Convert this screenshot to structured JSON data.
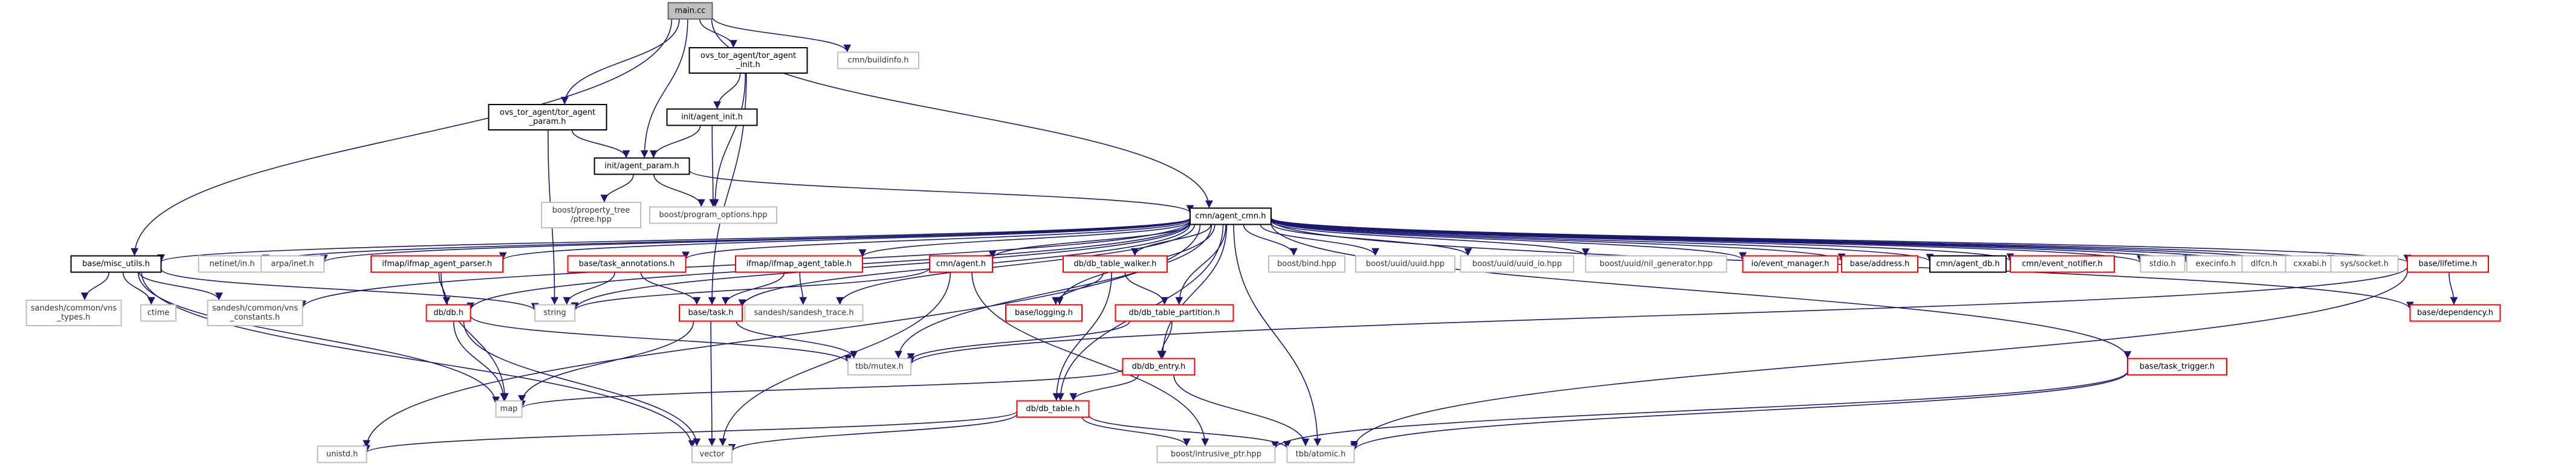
{
  "diagram": {
    "title": "",
    "nodes": [
      {
        "id": "main_cc",
        "label": [
          "main.cc"
        ],
        "style": "root"
      },
      {
        "id": "ovs_tor_agent_init",
        "label": [
          "ovs_tor_agent/tor_agent",
          "_init.h"
        ],
        "style": "black"
      },
      {
        "id": "cmn_buildinfo",
        "label": [
          "cmn/buildinfo.h"
        ],
        "style": "gray"
      },
      {
        "id": "init_agent_init",
        "label": [
          "init/agent_init.h"
        ],
        "style": "black"
      },
      {
        "id": "ovs_tor_agent_param",
        "label": [
          "ovs_tor_agent/tor_agent",
          "_param.h"
        ],
        "style": "black"
      },
      {
        "id": "init_agent_param",
        "label": [
          "init/agent_param.h"
        ],
        "style": "black"
      },
      {
        "id": "boost_property_tree",
        "label": [
          "boost/property_tree",
          "/ptree.hpp"
        ],
        "style": "gray"
      },
      {
        "id": "boost_program_options",
        "label": [
          "boost/program_options.hpp"
        ],
        "style": "gray"
      },
      {
        "id": "cmn_agent_cmn",
        "label": [
          "cmn/agent_cmn.h"
        ],
        "style": "black"
      },
      {
        "id": "base_misc_utils",
        "label": [
          "base/misc_utils.h"
        ],
        "style": "black"
      },
      {
        "id": "netinet_in",
        "label": [
          "netinet/in.h"
        ],
        "style": "gray"
      },
      {
        "id": "arpa_inet",
        "label": [
          "arpa/inet.h"
        ],
        "style": "gray"
      },
      {
        "id": "ifmap_agent_parser",
        "label": [
          "ifmap/ifmap_agent_parser.h"
        ],
        "style": "red"
      },
      {
        "id": "base_task_annotations",
        "label": [
          "base/task_annotations.h"
        ],
        "style": "red"
      },
      {
        "id": "ifmap_agent_table",
        "label": [
          "ifmap/ifmap_agent_table.h"
        ],
        "style": "red"
      },
      {
        "id": "cmn_agent",
        "label": [
          "cmn/agent.h"
        ],
        "style": "red"
      },
      {
        "id": "db_table_walker",
        "label": [
          "db/db_table_walker.h"
        ],
        "style": "red"
      },
      {
        "id": "boost_bind",
        "label": [
          "boost/bind.hpp"
        ],
        "style": "gray"
      },
      {
        "id": "boost_uuid",
        "label": [
          "boost/uuid/uuid.hpp"
        ],
        "style": "gray"
      },
      {
        "id": "boost_uuid_io",
        "label": [
          "boost/uuid/uuid_io.hpp"
        ],
        "style": "gray"
      },
      {
        "id": "boost_nil_gen",
        "label": [
          "boost/uuid/nil_generator.hpp"
        ],
        "style": "gray"
      },
      {
        "id": "io_event_manager",
        "label": [
          "io/event_manager.h"
        ],
        "style": "red"
      },
      {
        "id": "base_address",
        "label": [
          "base/address.h"
        ],
        "style": "red"
      },
      {
        "id": "cmn_agent_db",
        "label": [
          "cmn/agent_db.h"
        ],
        "style": "black"
      },
      {
        "id": "cmn_event_notifier",
        "label": [
          "cmn/event_notifier.h"
        ],
        "style": "red"
      },
      {
        "id": "stdio",
        "label": [
          "stdio.h"
        ],
        "style": "gray"
      },
      {
        "id": "execinfo",
        "label": [
          "execinfo.h"
        ],
        "style": "gray"
      },
      {
        "id": "dlfcn",
        "label": [
          "dlfcn.h"
        ],
        "style": "gray"
      },
      {
        "id": "cxxabi",
        "label": [
          "cxxabi.h"
        ],
        "style": "gray"
      },
      {
        "id": "sys_socket",
        "label": [
          "sys/socket.h"
        ],
        "style": "gray"
      },
      {
        "id": "base_lifetime",
        "label": [
          "base/lifetime.h"
        ],
        "style": "red"
      },
      {
        "id": "sandesh_vns_types",
        "label": [
          "sandesh/common/vns",
          "_types.h"
        ],
        "style": "gray"
      },
      {
        "id": "ctime",
        "label": [
          "ctime"
        ],
        "style": "gray"
      },
      {
        "id": "sandesh_vns_constants",
        "label": [
          "sandesh/common/vns",
          "_constants.h"
        ],
        "style": "gray"
      },
      {
        "id": "db_db",
        "label": [
          "db/db.h"
        ],
        "style": "red"
      },
      {
        "id": "string",
        "label": [
          "string"
        ],
        "style": "gray"
      },
      {
        "id": "base_task",
        "label": [
          "base/task.h"
        ],
        "style": "red"
      },
      {
        "id": "sandesh_trace",
        "label": [
          "sandesh/sandesh_trace.h"
        ],
        "style": "gray"
      },
      {
        "id": "base_logging",
        "label": [
          "base/logging.h"
        ],
        "style": "red"
      },
      {
        "id": "db_table_partition",
        "label": [
          "db/db_table_partition.h"
        ],
        "style": "red"
      },
      {
        "id": "base_dependency",
        "label": [
          "base/dependency.h"
        ],
        "style": "red"
      },
      {
        "id": "base_task_trigger",
        "label": [
          "base/task_trigger.h"
        ],
        "style": "red"
      },
      {
        "id": "tbb_mutex",
        "label": [
          "tbb/mutex.h"
        ],
        "style": "gray"
      },
      {
        "id": "db_entry",
        "label": [
          "db/db_entry.h"
        ],
        "style": "red"
      },
      {
        "id": "map",
        "label": [
          "map"
        ],
        "style": "gray"
      },
      {
        "id": "db_table",
        "label": [
          "db/db_table.h"
        ],
        "style": "red"
      },
      {
        "id": "unistd",
        "label": [
          "unistd.h"
        ],
        "style": "gray"
      },
      {
        "id": "vector",
        "label": [
          "vector"
        ],
        "style": "gray"
      },
      {
        "id": "boost_intrusive_ptr",
        "label": [
          "boost/intrusive_ptr.hpp"
        ],
        "style": "gray"
      },
      {
        "id": "tbb_atomic",
        "label": [
          "tbb/atomic.h"
        ],
        "style": "gray"
      }
    ],
    "edges": [
      [
        "main_cc",
        "ovs_tor_agent_init"
      ],
      [
        "main_cc",
        "cmn_buildinfo"
      ],
      [
        "main_cc",
        "ovs_tor_agent_param"
      ],
      [
        "main_cc",
        "init_agent_param"
      ],
      [
        "main_cc",
        "cmn_agent_cmn"
      ],
      [
        "main_cc",
        "base_misc_utils"
      ],
      [
        "ovs_tor_agent_init",
        "init_agent_init"
      ],
      [
        "ovs_tor_agent_init",
        "boost_program_options"
      ],
      [
        "ovs_tor_agent_init",
        "base_task"
      ],
      [
        "init_agent_init",
        "init_agent_param"
      ],
      [
        "init_agent_init",
        "boost_program_options"
      ],
      [
        "ovs_tor_agent_param",
        "init_agent_param"
      ],
      [
        "ovs_tor_agent_param",
        "string"
      ],
      [
        "init_agent_param",
        "boost_property_tree"
      ],
      [
        "init_agent_param",
        "boost_program_options"
      ],
      [
        "init_agent_param",
        "cmn_agent_cmn"
      ],
      [
        "cmn_agent_cmn",
        "base_misc_utils"
      ],
      [
        "cmn_agent_cmn",
        "netinet_in"
      ],
      [
        "cmn_agent_cmn",
        "arpa_inet"
      ],
      [
        "cmn_agent_cmn",
        "ifmap_agent_parser"
      ],
      [
        "cmn_agent_cmn",
        "base_task_annotations"
      ],
      [
        "cmn_agent_cmn",
        "ifmap_agent_table"
      ],
      [
        "cmn_agent_cmn",
        "cmn_agent"
      ],
      [
        "cmn_agent_cmn",
        "db_table_walker"
      ],
      [
        "cmn_agent_cmn",
        "boost_bind"
      ],
      [
        "cmn_agent_cmn",
        "boost_uuid"
      ],
      [
        "cmn_agent_cmn",
        "boost_uuid_io"
      ],
      [
        "cmn_agent_cmn",
        "boost_nil_gen"
      ],
      [
        "cmn_agent_cmn",
        "io_event_manager"
      ],
      [
        "cmn_agent_cmn",
        "base_address"
      ],
      [
        "cmn_agent_cmn",
        "cmn_agent_db"
      ],
      [
        "cmn_agent_cmn",
        "cmn_event_notifier"
      ],
      [
        "cmn_agent_cmn",
        "stdio"
      ],
      [
        "cmn_agent_cmn",
        "execinfo"
      ],
      [
        "cmn_agent_cmn",
        "dlfcn"
      ],
      [
        "cmn_agent_cmn",
        "cxxabi"
      ],
      [
        "cmn_agent_cmn",
        "sys_socket"
      ],
      [
        "cmn_agent_cmn",
        "base_lifetime"
      ],
      [
        "cmn_agent_cmn",
        "sandesh_vns_constants"
      ],
      [
        "cmn_agent_cmn",
        "db_db"
      ],
      [
        "cmn_agent_cmn",
        "string"
      ],
      [
        "cmn_agent_cmn",
        "base_task"
      ],
      [
        "cmn_agent_cmn",
        "sandesh_trace"
      ],
      [
        "cmn_agent_cmn",
        "base_logging"
      ],
      [
        "cmn_agent_cmn",
        "db_table_partition"
      ],
      [
        "cmn_agent_cmn",
        "tbb_mutex"
      ],
      [
        "cmn_agent_cmn",
        "db_entry"
      ],
      [
        "cmn_agent_cmn",
        "db_table"
      ],
      [
        "cmn_agent_cmn",
        "tbb_atomic"
      ],
      [
        "cmn_agent_cmn",
        "base_task_trigger"
      ],
      [
        "cmn_agent_cmn",
        "base_dependency"
      ],
      [
        "cmn_agent_cmn",
        "unistd"
      ],
      [
        "base_misc_utils",
        "sandesh_vns_types"
      ],
      [
        "base_misc_utils",
        "ctime"
      ],
      [
        "base_misc_utils",
        "sandesh_vns_constants"
      ],
      [
        "base_misc_utils",
        "map"
      ],
      [
        "base_misc_utils",
        "vector"
      ],
      [
        "base_misc_utils",
        "string"
      ],
      [
        "ifmap_agent_parser",
        "db_db"
      ],
      [
        "ifmap_agent_parser",
        "map"
      ],
      [
        "base_task_annotations",
        "string"
      ],
      [
        "base_task_annotations",
        "base_task"
      ],
      [
        "ifmap_agent_table",
        "base_task"
      ],
      [
        "ifmap_agent_table",
        "sandesh_trace"
      ],
      [
        "cmn_agent",
        "string"
      ],
      [
        "cmn_agent",
        "vector"
      ],
      [
        "cmn_agent",
        "boost_intrusive_ptr"
      ],
      [
        "db_table_walker",
        "base_logging"
      ],
      [
        "db_table_walker",
        "db_table_partition"
      ],
      [
        "db_table_walker",
        "db_table"
      ],
      [
        "db_db",
        "map"
      ],
      [
        "db_db",
        "vector"
      ],
      [
        "db_db",
        "tbb_mutex"
      ],
      [
        "base_task",
        "map"
      ],
      [
        "base_task",
        "vector"
      ],
      [
        "base_task",
        "tbb_mutex"
      ],
      [
        "db_table_partition",
        "db_entry"
      ],
      [
        "db_table_partition",
        "tbb_mutex"
      ],
      [
        "db_entry",
        "db_table"
      ],
      [
        "db_entry",
        "map"
      ],
      [
        "db_entry",
        "tbb_atomic"
      ],
      [
        "db_table",
        "unistd"
      ],
      [
        "db_table",
        "vector"
      ],
      [
        "db_table",
        "boost_intrusive_ptr"
      ],
      [
        "db_table",
        "tbb_atomic"
      ],
      [
        "base_lifetime",
        "base_dependency"
      ],
      [
        "base_lifetime",
        "tbb_atomic"
      ],
      [
        "base_lifetime",
        "tbb_mutex"
      ],
      [
        "base_task_trigger",
        "tbb_atomic"
      ],
      [
        "base_task_trigger",
        "boost_intrusive_ptr"
      ]
    ]
  }
}
